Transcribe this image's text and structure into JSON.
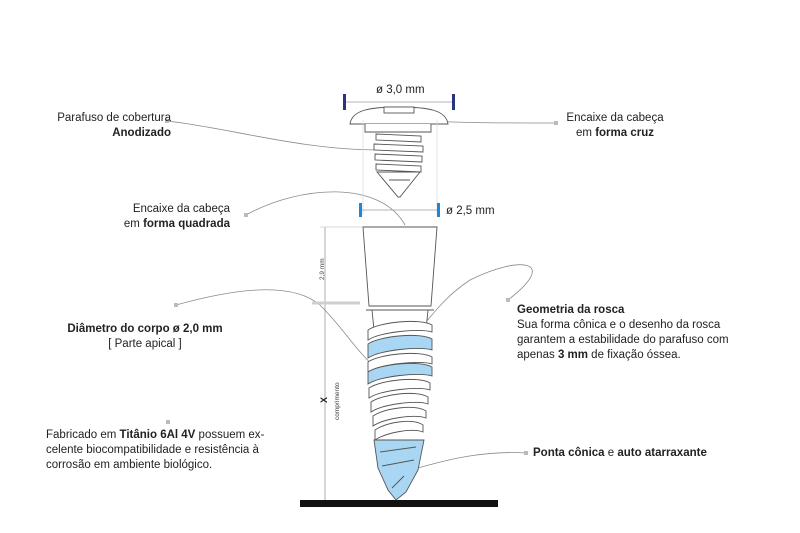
{
  "labels": {
    "cap_screw": {
      "line1": "Parafuso de cobertura",
      "line2": "Anodizado"
    },
    "cross_head": {
      "line1": "Encaixe da cabeça",
      "line2_prefix": "em ",
      "line2_bold": "forma cruz"
    },
    "square_head": {
      "line1": "Encaixe da cabeça",
      "line2_prefix": "em ",
      "line2_bold": "forma quadrada"
    },
    "body_diameter": {
      "bold": "Diâmetro do corpo ø 2,0 mm",
      "sub": "[ Parte apical ]"
    },
    "material": {
      "prefix": "Fabricado em ",
      "bold": "Titânio 6Al 4V",
      "rest_1": " possuem ex-",
      "line2": "celente biocompatibilidade e resistência à",
      "line3": "corrosão em ambiente biológico."
    },
    "thread": {
      "title": "Geometria da rosca",
      "line1": "Sua forma cônica e o desenho da rosca",
      "line2": "garantem a estabilidade do parafuso com",
      "line3_prefix": "apenas ",
      "line3_bold": "3 mm",
      "line3_rest": " de fixação óssea."
    },
    "tip": {
      "bold1": "Ponta cônica",
      "mid": " e ",
      "bold2": "auto atarraxante"
    }
  },
  "dimensions": {
    "head_diameter": "ø 3,0 mm",
    "neck_diameter": "ø 2,5 mm",
    "collar_height": "2,9 mm",
    "length_symbol": "X",
    "length_label": "comprimento"
  },
  "colors": {
    "line": "#555555",
    "leader": "#888888",
    "marker_blue": "#1e88d6",
    "marker_navy": "#2a3580",
    "thread_fill": "#a9d6f2",
    "base": "#111111"
  }
}
